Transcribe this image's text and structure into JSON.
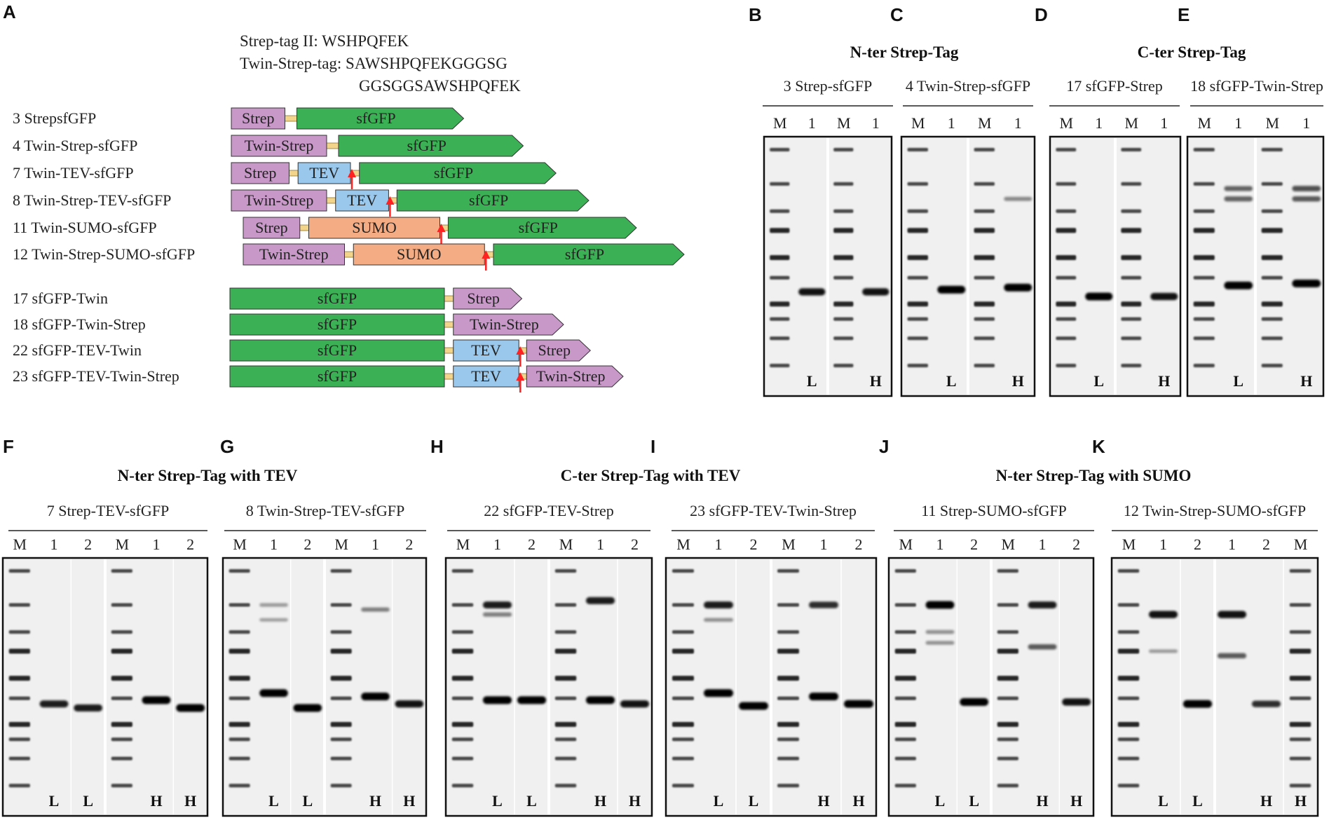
{
  "panels": {
    "A": "A",
    "B": "B",
    "C": "C",
    "D": "D",
    "E": "E",
    "F": "F",
    "G": "G",
    "H": "H",
    "I": "I",
    "J": "J",
    "K": "K"
  },
  "sequences": {
    "strep_tag_ii": "Strep-tag II: WSHPQFEK",
    "twin_strep_line1": "Twin-Strep-tag: SAWSHPQFEKGGGSG",
    "twin_strep_line2": "GGSGGSAWSHPQFEK"
  },
  "constructs": [
    {
      "label": "3 StrepsfGFP",
      "segments": [
        {
          "kind": "Strep",
          "text": "Strep",
          "x0": 0,
          "x1": 0.9
        },
        {
          "kind": "sfGFP",
          "text": "sfGFP",
          "x0": 1.1,
          "x1": 3.9,
          "arrow": true
        }
      ]
    },
    {
      "label": "4 Twin-Strep-sfGFP",
      "segments": [
        {
          "kind": "Strep",
          "text": "Twin-Strep",
          "x0": 0,
          "x1": 1.6
        },
        {
          "kind": "sfGFP",
          "text": "sfGFP",
          "x0": 1.8,
          "x1": 4.9,
          "arrow": true
        }
      ]
    },
    {
      "label": "7 Twin-TEV-sfGFP",
      "segments": [
        {
          "kind": "Strep",
          "text": "Strep",
          "x0": 0,
          "x1": 0.97
        },
        {
          "kind": "TEV",
          "text": "TEV",
          "x0": 1.12,
          "x1": 2.0,
          "cut": true
        },
        {
          "kind": "sfGFP",
          "text": "sfGFP",
          "x0": 2.15,
          "x1": 5.45,
          "arrow": true
        }
      ]
    },
    {
      "label": "8 Twin-Strep-TEV-sfGFP",
      "segments": [
        {
          "kind": "Strep",
          "text": "Twin-Strep",
          "x0": 0,
          "x1": 1.6
        },
        {
          "kind": "TEV",
          "text": "TEV",
          "x0": 1.75,
          "x1": 2.64,
          "cut": true
        },
        {
          "kind": "sfGFP",
          "text": "sfGFP",
          "x0": 2.78,
          "x1": 6.0,
          "arrow": true
        }
      ]
    },
    {
      "label": "11 Twin-SUMO-sfGFP",
      "segments": [
        {
          "kind": "Strep",
          "text": "Strep",
          "x0": 0.2,
          "x1": 1.15
        },
        {
          "kind": "SUMO",
          "text": "SUMO",
          "x0": 1.3,
          "x1": 3.5,
          "cut": true
        },
        {
          "kind": "sfGFP",
          "text": "sfGFP",
          "x0": 3.64,
          "x1": 6.8,
          "arrow": true
        }
      ]
    },
    {
      "label": "12 Twin-Strep-SUMO-sfGFP",
      "segments": [
        {
          "kind": "Strep",
          "text": "Twin-Strep",
          "x0": 0.2,
          "x1": 1.9
        },
        {
          "kind": "SUMO",
          "text": "SUMO",
          "x0": 2.05,
          "x1": 4.25,
          "cut": true
        },
        {
          "kind": "sfGFP",
          "text": "sfGFP",
          "x0": 4.4,
          "x1": 7.6,
          "arrow": true
        }
      ]
    },
    {
      "label": "17 sfGFP-Twin",
      "segments": [
        {
          "kind": "sfGFP",
          "text": "sfGFP",
          "x0": 0,
          "x1": 3.6
        },
        {
          "kind": "Strep",
          "text": "Strep",
          "x0": 3.75,
          "x1": 4.9,
          "arrow": true
        }
      ]
    },
    {
      "label": "18 sfGFP-Twin-Strep",
      "segments": [
        {
          "kind": "sfGFP",
          "text": "sfGFP",
          "x0": 0,
          "x1": 3.6
        },
        {
          "kind": "Strep",
          "text": "Twin-Strep",
          "x0": 3.75,
          "x1": 5.6,
          "arrow": true
        }
      ]
    },
    {
      "label": "22 sfGFP-TEV-Twin",
      "segments": [
        {
          "kind": "sfGFP",
          "text": "sfGFP",
          "x0": 0,
          "x1": 3.6
        },
        {
          "kind": "TEV",
          "text": "TEV",
          "x0": 3.75,
          "x1": 4.85,
          "cut": true
        },
        {
          "kind": "Strep",
          "text": "Strep",
          "x0": 4.98,
          "x1": 6.05,
          "arrow": true
        }
      ]
    },
    {
      "label": "23 sfGFP-TEV-Twin-Strep",
      "segments": [
        {
          "kind": "sfGFP",
          "text": "sfGFP",
          "x0": 0,
          "x1": 3.6
        },
        {
          "kind": "TEV",
          "text": "TEV",
          "x0": 3.75,
          "x1": 4.85,
          "cut": true
        },
        {
          "kind": "Strep",
          "text": "Twin-Strep",
          "x0": 4.98,
          "x1": 6.6,
          "arrow": true
        }
      ]
    }
  ],
  "colors": {
    "Strep": "#c898c8",
    "sfGFP": "#3cb054",
    "TEV": "#99c8ec",
    "SUMO": "#f4ac84",
    "linker": "#f2d58a",
    "cut": "#ff2222"
  },
  "group_titles": {
    "nter": "N-ter Strep-Tag",
    "cter": "C-ter Strep-Tag",
    "nter_tev": "N-ter Strep-Tag with TEV",
    "cter_tev": "C-ter Strep-Tag with TEV",
    "nter_sumo": "N-ter Strep-Tag with SUMO"
  },
  "gels": [
    {
      "id": "B",
      "construct": "3 Strep-sfGFP",
      "lanes": [
        "M",
        "1",
        "M",
        "1"
      ],
      "conditions": [
        "L",
        "H"
      ],
      "bands": [
        {
          "lane": 1,
          "mw": 30,
          "strength": 0.9
        },
        {
          "lane": 3,
          "mw": 30,
          "strength": 0.9
        }
      ]
    },
    {
      "id": "C",
      "construct": "4 Twin-Strep-sfGFP",
      "lanes": [
        "M",
        "1",
        "M",
        "1"
      ],
      "conditions": [
        "L",
        "H"
      ],
      "bands": [
        {
          "lane": 1,
          "mw": 31,
          "strength": 1.0
        },
        {
          "lane": 3,
          "mw": 32,
          "strength": 1.0
        },
        {
          "lane": 3,
          "mw": 120,
          "strength": 0.25
        }
      ]
    },
    {
      "id": "D",
      "construct": "17 sfGFP-Strep",
      "lanes": [
        "M",
        "1",
        "M",
        "1"
      ],
      "conditions": [
        "L",
        "H"
      ],
      "bands": [
        {
          "lane": 1,
          "mw": 28,
          "strength": 1.0
        },
        {
          "lane": 3,
          "mw": 28,
          "strength": 0.9
        }
      ]
    },
    {
      "id": "E",
      "construct": "18 sfGFP-Twin-Strep",
      "lanes": [
        "M",
        "1",
        "M",
        "1"
      ],
      "conditions": [
        "L",
        "H"
      ],
      "bands": [
        {
          "lane": 1,
          "mw": 33,
          "strength": 1.0
        },
        {
          "lane": 1,
          "mw": 140,
          "strength": 0.45
        },
        {
          "lane": 1,
          "mw": 120,
          "strength": 0.45
        },
        {
          "lane": 3,
          "mw": 34,
          "strength": 1.0
        },
        {
          "lane": 3,
          "mw": 140,
          "strength": 0.55
        },
        {
          "lane": 3,
          "mw": 120,
          "strength": 0.5
        }
      ]
    },
    {
      "id": "F",
      "construct": "7 Strep-TEV-sfGFP",
      "lanes": [
        "M",
        "1",
        "2",
        "M",
        "1",
        "2"
      ],
      "conditions": [
        "L",
        "L",
        "H",
        "H"
      ],
      "bands": [
        {
          "lane": 1,
          "mw": 34,
          "strength": 0.85
        },
        {
          "lane": 2,
          "mw": 32,
          "strength": 0.85
        },
        {
          "lane": 4,
          "mw": 36,
          "strength": 1.0
        },
        {
          "lane": 5,
          "mw": 32,
          "strength": 1.0
        }
      ]
    },
    {
      "id": "G",
      "construct": "8 Twin-Strep-TEV-sfGFP",
      "lanes": [
        "M",
        "1",
        "2",
        "M",
        "1",
        "2"
      ],
      "conditions": [
        "L",
        "L",
        "H",
        "H"
      ],
      "bands": [
        {
          "lane": 1,
          "mw": 40,
          "strength": 1.0
        },
        {
          "lane": 1,
          "mw": 150,
          "strength": 0.15
        },
        {
          "lane": 1,
          "mw": 120,
          "strength": 0.12
        },
        {
          "lane": 2,
          "mw": 32,
          "strength": 1.0
        },
        {
          "lane": 4,
          "mw": 38,
          "strength": 1.0
        },
        {
          "lane": 4,
          "mw": 140,
          "strength": 0.3
        },
        {
          "lane": 5,
          "mw": 34,
          "strength": 0.9
        }
      ]
    },
    {
      "id": "H",
      "construct": "22 sfGFP-TEV-Strep",
      "lanes": [
        "M",
        "1",
        "2",
        "M",
        "1",
        "2"
      ],
      "conditions": [
        "L",
        "L",
        "H",
        "H"
      ],
      "bands": [
        {
          "lane": 1,
          "mw": 36,
          "strength": 1.0
        },
        {
          "lane": 1,
          "mw": 150,
          "strength": 0.85
        },
        {
          "lane": 1,
          "mw": 130,
          "strength": 0.3
        },
        {
          "lane": 2,
          "mw": 36,
          "strength": 1.0
        },
        {
          "lane": 4,
          "mw": 36,
          "strength": 1.0
        },
        {
          "lane": 4,
          "mw": 160,
          "strength": 0.85
        },
        {
          "lane": 5,
          "mw": 34,
          "strength": 0.9
        }
      ]
    },
    {
      "id": "I",
      "construct": "23 sfGFP-TEV-Twin-Strep",
      "lanes": [
        "M",
        "1",
        "2",
        "M",
        "1",
        "2"
      ],
      "conditions": [
        "L",
        "L",
        "H",
        "H"
      ],
      "bands": [
        {
          "lane": 1,
          "mw": 40,
          "strength": 1.0
        },
        {
          "lane": 1,
          "mw": 150,
          "strength": 0.85
        },
        {
          "lane": 1,
          "mw": 120,
          "strength": 0.2
        },
        {
          "lane": 2,
          "mw": 33,
          "strength": 1.0
        },
        {
          "lane": 4,
          "mw": 38,
          "strength": 1.0
        },
        {
          "lane": 4,
          "mw": 150,
          "strength": 0.75
        },
        {
          "lane": 5,
          "mw": 34,
          "strength": 1.0
        }
      ]
    },
    {
      "id": "J",
      "construct": "11 Strep-SUMO-sfGFP",
      "lanes": [
        "M",
        "1",
        "2",
        "M",
        "1",
        "2"
      ],
      "conditions": [
        "L",
        "L",
        "H",
        "H"
      ],
      "bands": [
        {
          "lane": 1,
          "mw": 150,
          "strength": 1.0
        },
        {
          "lane": 1,
          "mw": 100,
          "strength": 0.2
        },
        {
          "lane": 1,
          "mw": 85,
          "strength": 0.2
        },
        {
          "lane": 2,
          "mw": 35,
          "strength": 1.0
        },
        {
          "lane": 4,
          "mw": 150,
          "strength": 0.85
        },
        {
          "lane": 4,
          "mw": 80,
          "strength": 0.5
        },
        {
          "lane": 5,
          "mw": 35,
          "strength": 0.9
        }
      ]
    },
    {
      "id": "K",
      "construct": "12 Twin-Strep-SUMO-sfGFP",
      "lanes": [
        "M",
        "1",
        "2",
        "1",
        "2",
        "M"
      ],
      "conditions": [
        "L",
        "L",
        "H",
        "H"
      ],
      "bands": [
        {
          "lane": 1,
          "mw": 130,
          "strength": 0.9
        },
        {
          "lane": 1,
          "mw": 75,
          "strength": 0.15
        },
        {
          "lane": 2,
          "mw": 34,
          "strength": 1.0
        },
        {
          "lane": 3,
          "mw": 130,
          "strength": 0.9
        },
        {
          "lane": 3,
          "mw": 70,
          "strength": 0.5
        },
        {
          "lane": 4,
          "mw": 34,
          "strength": 0.75
        }
      ]
    }
  ],
  "marker_ladder_mw": [
    250,
    150,
    100,
    75,
    50,
    37,
    25,
    20,
    15,
    10
  ]
}
